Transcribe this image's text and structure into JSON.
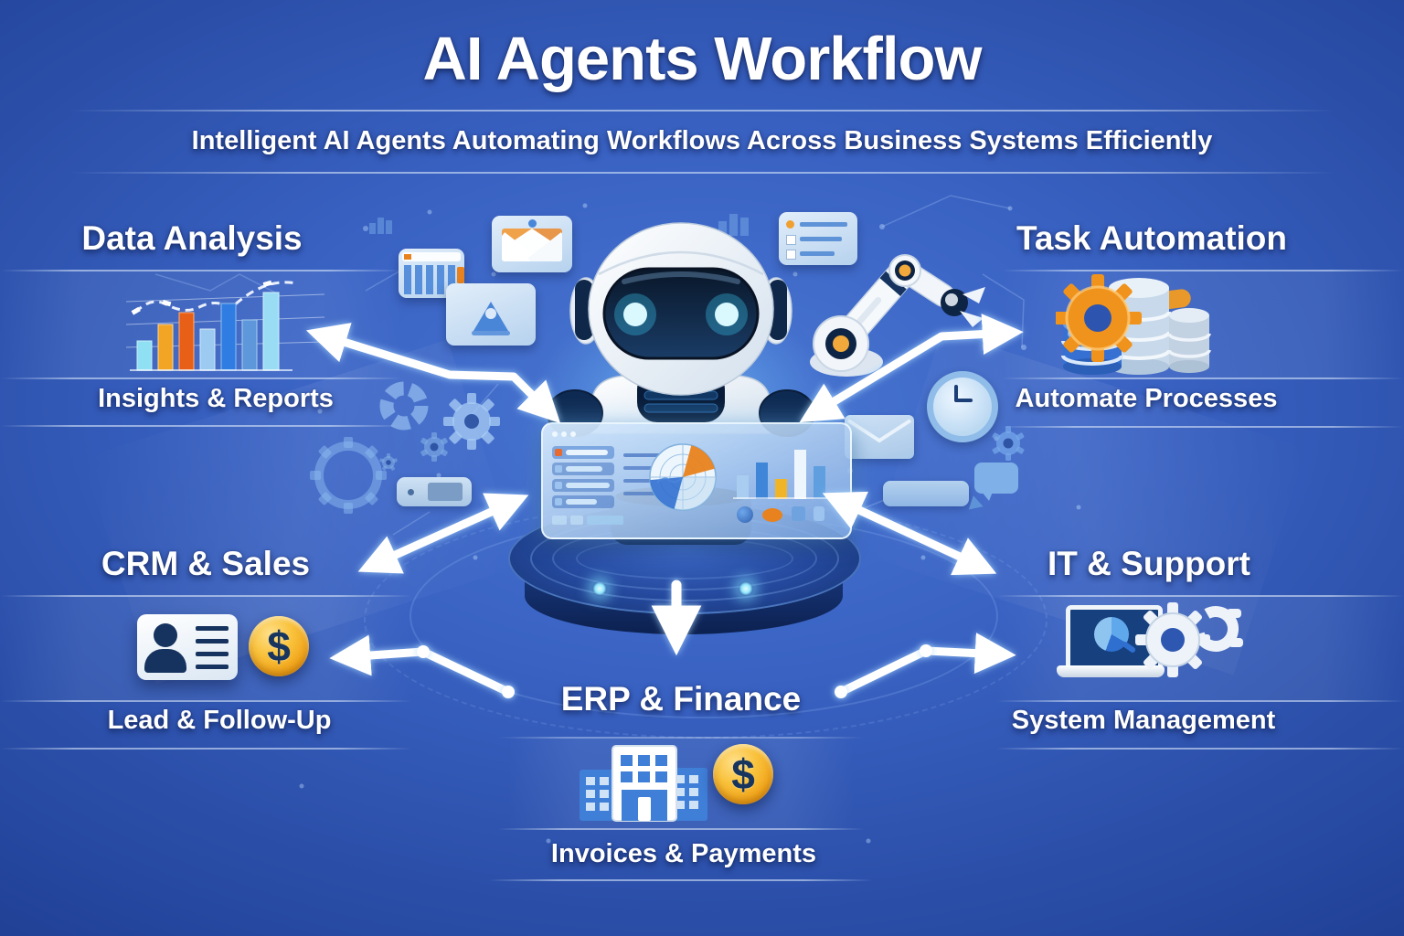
{
  "header": {
    "title": "AI Agents Workflow",
    "subtitle": "Intelligent AI Agents Automating Workflows Across Business Systems Efficiently"
  },
  "sections": [
    {
      "id": "data-analysis",
      "title": "Data Analysis",
      "caption": "Insights & Reports",
      "icons": [
        "bar-chart-icon",
        "trend-line-icon"
      ]
    },
    {
      "id": "task-automation",
      "title": "Task Automation",
      "caption": "Automate Processes",
      "icons": [
        "orange-gear-icon",
        "database-stack-icon"
      ]
    },
    {
      "id": "crm-sales",
      "title": "CRM & Sales",
      "caption": "Lead & Follow-Up",
      "icons": [
        "contact-card-icon",
        "dollar-coin-icon"
      ]
    },
    {
      "id": "it-support",
      "title": "IT & Support",
      "caption": "System Management",
      "icons": [
        "laptop-icon",
        "white-gear-icon",
        "wrench-icon"
      ]
    },
    {
      "id": "erp-finance",
      "title": "ERP & Finance",
      "caption": "Invoices & Payments",
      "icons": [
        "office-buildings-icon",
        "dollar-coin-icon"
      ]
    }
  ],
  "coin": {
    "symbol": "$"
  },
  "center": {
    "icons": [
      "ai-robot-icon",
      "analytics-dashboard-icon",
      "holographic-platform-icon",
      "robotic-arm-icon"
    ]
  },
  "decor": {
    "icons": [
      "calendar-icon",
      "email-icon",
      "user-folder-icon",
      "checklist-icon",
      "clock-icon",
      "envelope-icon",
      "chat-bubble-icon",
      "gears-icon",
      "usb-drive-icon",
      "mini-bar-chart-icon"
    ]
  },
  "colors": {
    "background": "#2b51ab",
    "accent_orange": "#ef8b1d",
    "coin_gold": "#f5b325",
    "arrow_white": "#ffffff",
    "panel_light_blue": "#cfe3f6",
    "text_white": "#ffffff"
  }
}
